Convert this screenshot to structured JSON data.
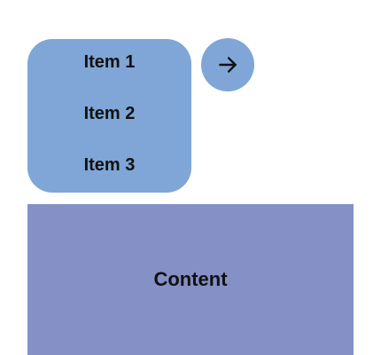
{
  "colors": {
    "menu_bg": "#7fa6d6",
    "arrow_button_bg": "#7fa6d6",
    "content_bg": "#8490c6",
    "text": "#111111"
  },
  "menu": {
    "items": [
      {
        "label": "Item 1"
      },
      {
        "label": "Item 2"
      },
      {
        "label": "Item 3"
      }
    ]
  },
  "arrow_button": {
    "icon": "arrow-right-icon"
  },
  "content": {
    "label": "Content"
  }
}
